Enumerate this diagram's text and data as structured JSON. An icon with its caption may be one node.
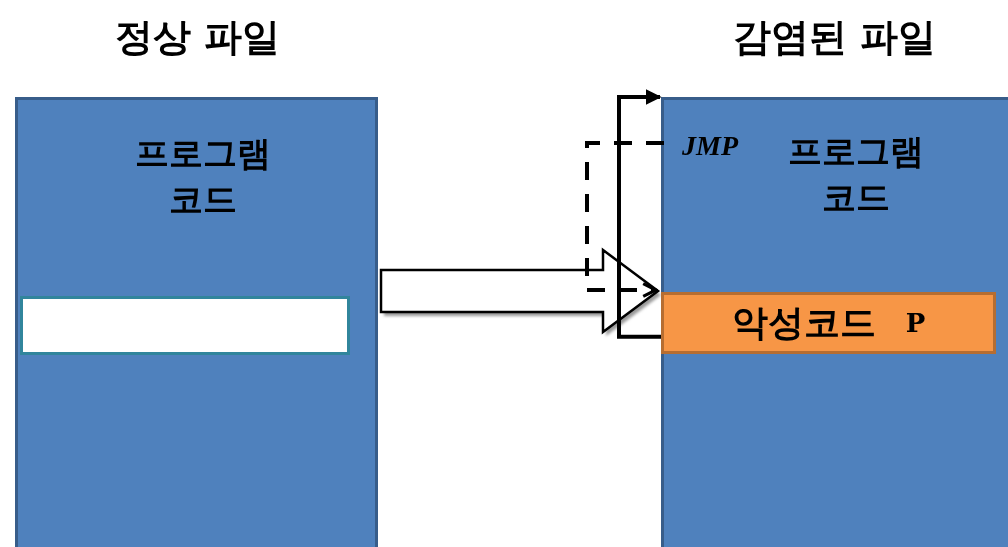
{
  "diagram": {
    "nodes": [
      {
        "text": [
          "정상 파일",
          "프로그램 코드"
        ]
      },
      {
        "text": [],
        "shape": "box",
        "in": 0
      },
      {
        "text": [
          "감염된 파일",
          "프로그램 코드"
        ]
      },
      {
        "text": [
          "JMP"
        ],
        "in": 2
      },
      {
        "text": [
          "악성코드",
          "P"
        ],
        "in": 2
      }
    ],
    "edges": [
      {
        "from": 0,
        "to": 2,
        "arrow": "to",
        "style": "thick"
      },
      {
        "from": 3,
        "to": 4,
        "arrow": "to",
        "style": "dashed"
      },
      {
        "from": 4,
        "to": 2,
        "arrow": "to"
      }
    ]
  }
}
